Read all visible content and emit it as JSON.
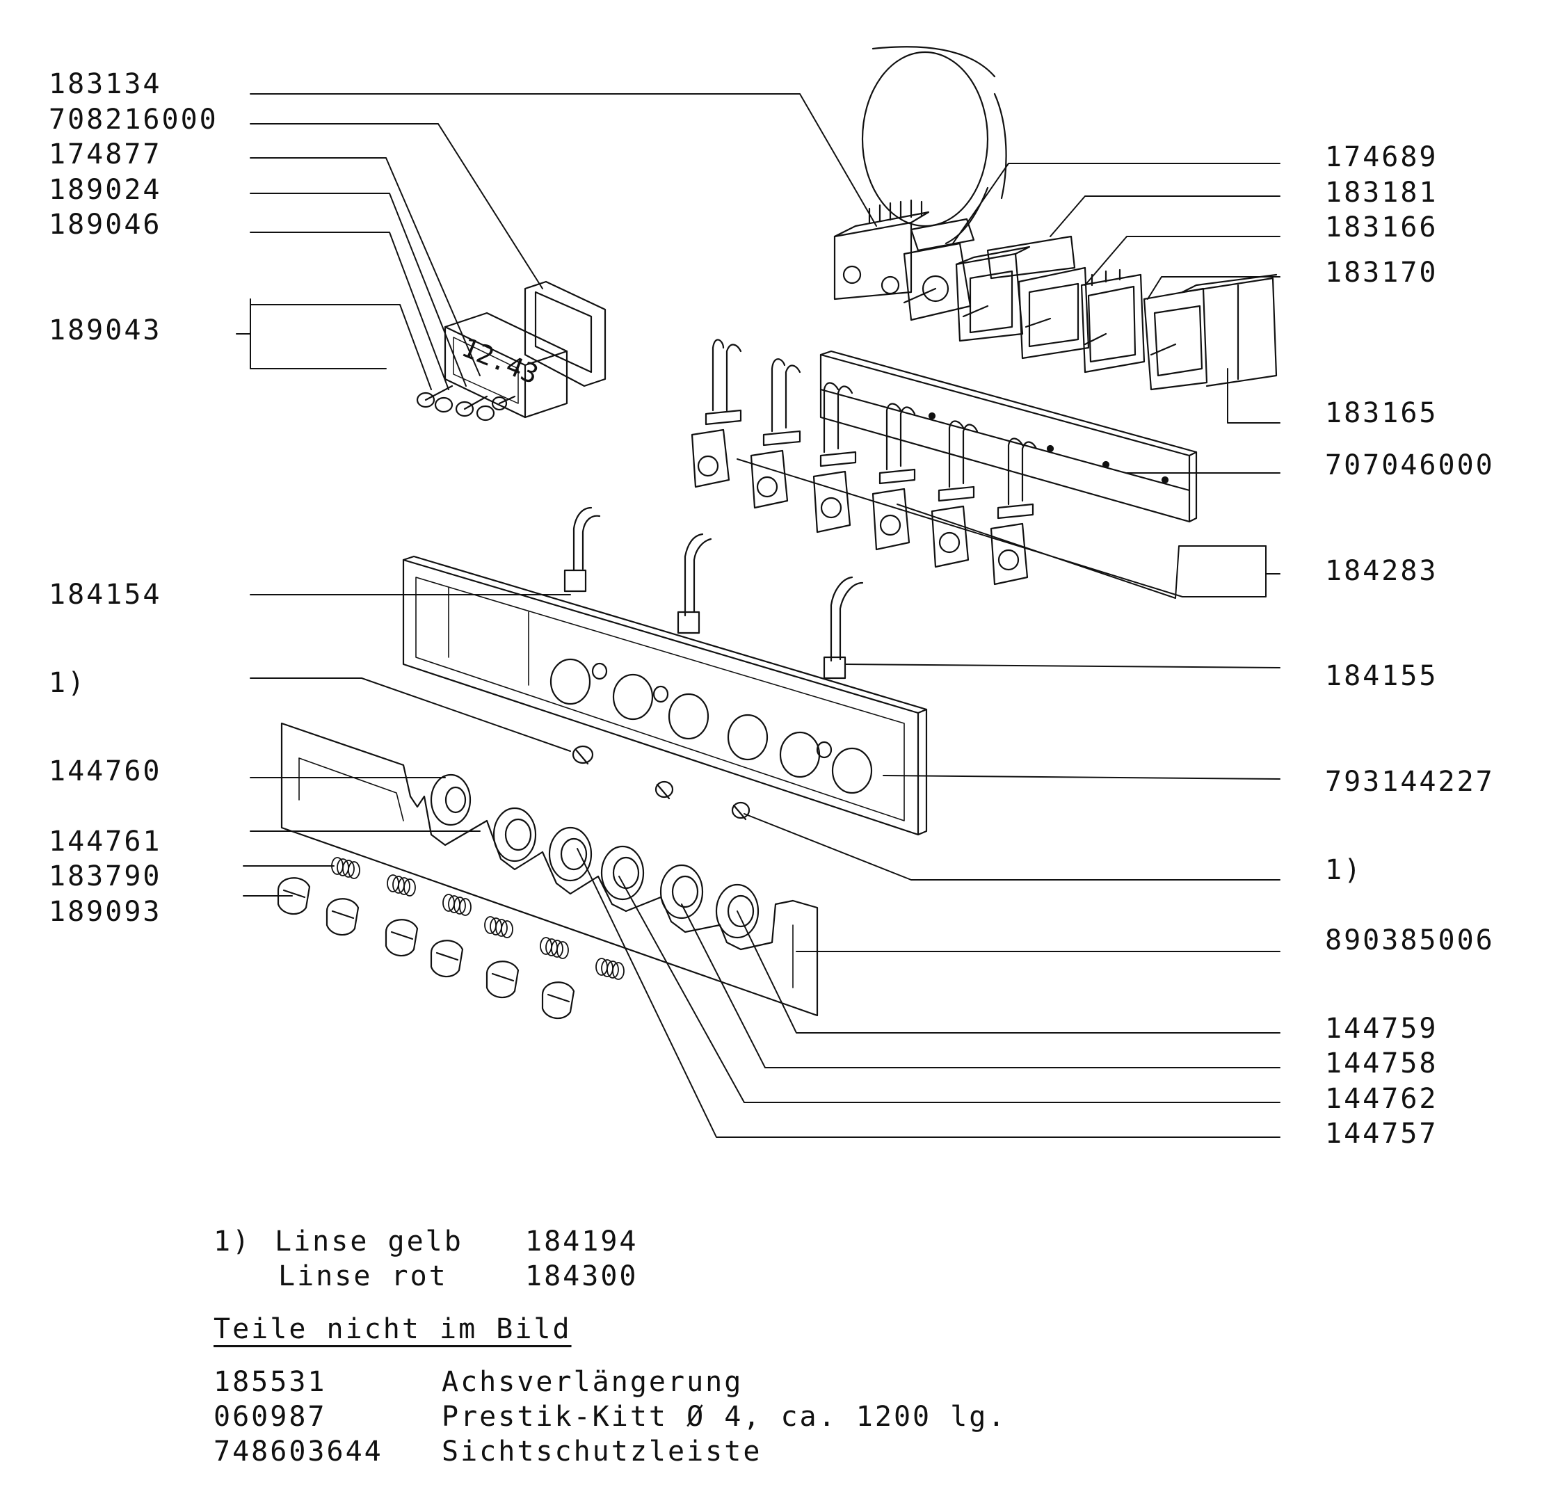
{
  "left_labels": [
    {
      "id": "l1",
      "text": "183134"
    },
    {
      "id": "l2",
      "text": "708216000"
    },
    {
      "id": "l3",
      "text": "174877"
    },
    {
      "id": "l4",
      "text": "189024"
    },
    {
      "id": "l5",
      "text": "189046"
    },
    {
      "id": "l6",
      "text": "189043"
    },
    {
      "id": "l7",
      "text": "184154"
    },
    {
      "id": "l8",
      "text": "1)"
    },
    {
      "id": "l9",
      "text": "144760"
    },
    {
      "id": "l10",
      "text": "144761"
    },
    {
      "id": "l11",
      "text": "183790"
    },
    {
      "id": "l12",
      "text": "189093"
    }
  ],
  "right_labels": [
    {
      "id": "r1",
      "text": "174689"
    },
    {
      "id": "r2",
      "text": "183181"
    },
    {
      "id": "r3",
      "text": "183166"
    },
    {
      "id": "r4",
      "text": "183170"
    },
    {
      "id": "r5",
      "text": "183165"
    },
    {
      "id": "r6",
      "text": "707046000"
    },
    {
      "id": "r7",
      "text": "184283"
    },
    {
      "id": "r8",
      "text": "184155"
    },
    {
      "id": "r9",
      "text": "793144227"
    },
    {
      "id": "r10",
      "text": "1)"
    },
    {
      "id": "r11",
      "text": "890385006"
    },
    {
      "id": "r12",
      "text": "144759"
    },
    {
      "id": "r13",
      "text": "144758"
    },
    {
      "id": "r14",
      "text": "144762"
    },
    {
      "id": "r15",
      "text": "144757"
    }
  ],
  "clock_display": "12.43",
  "footnote": {
    "marker": "1)",
    "rows": [
      {
        "name": "Linse gelb",
        "number": "184194"
      },
      {
        "name": "Linse rot",
        "number": "184300"
      }
    ]
  },
  "not_shown": {
    "heading": "Teile nicht im Bild",
    "rows": [
      {
        "number": "185531",
        "desc": "Achsverlängerung"
      },
      {
        "number": "060987",
        "desc": "Prestik-Kitt Ø 4, ca. 1200 lg."
      },
      {
        "number": "748603644",
        "desc": "Sichtschutzleiste"
      }
    ]
  }
}
